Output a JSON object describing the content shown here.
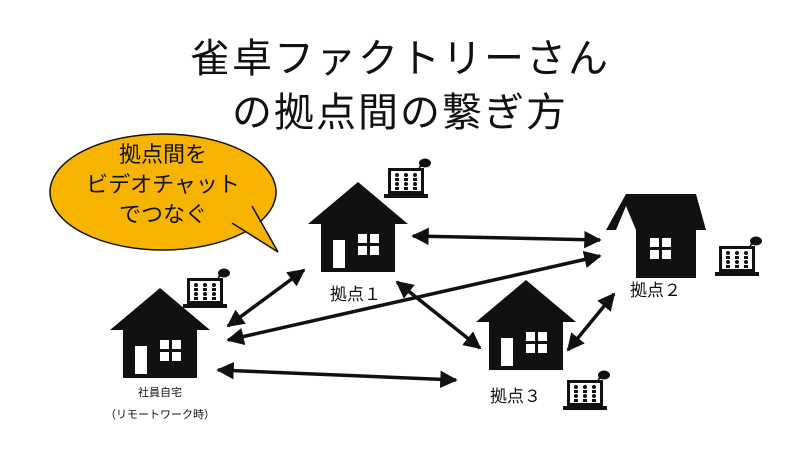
{
  "title_lines": [
    "雀卓ファクトリーさん",
    "の拠点間の繋ぎ方"
  ],
  "bubble_lines": [
    "拠点間を",
    "ビデオチャット",
    "でつなぐ"
  ],
  "nodes": {
    "base1": "拠点１",
    "base2": "拠点２",
    "base3": "拠点３",
    "home_line1": "社員自宅",
    "home_line2": "（リモートワーク時）"
  },
  "colors": {
    "bubble": "#f6b400",
    "ink": "#111111"
  },
  "icons": [
    "house-icon",
    "laptop-video-chat-icon",
    "double-arrow"
  ]
}
